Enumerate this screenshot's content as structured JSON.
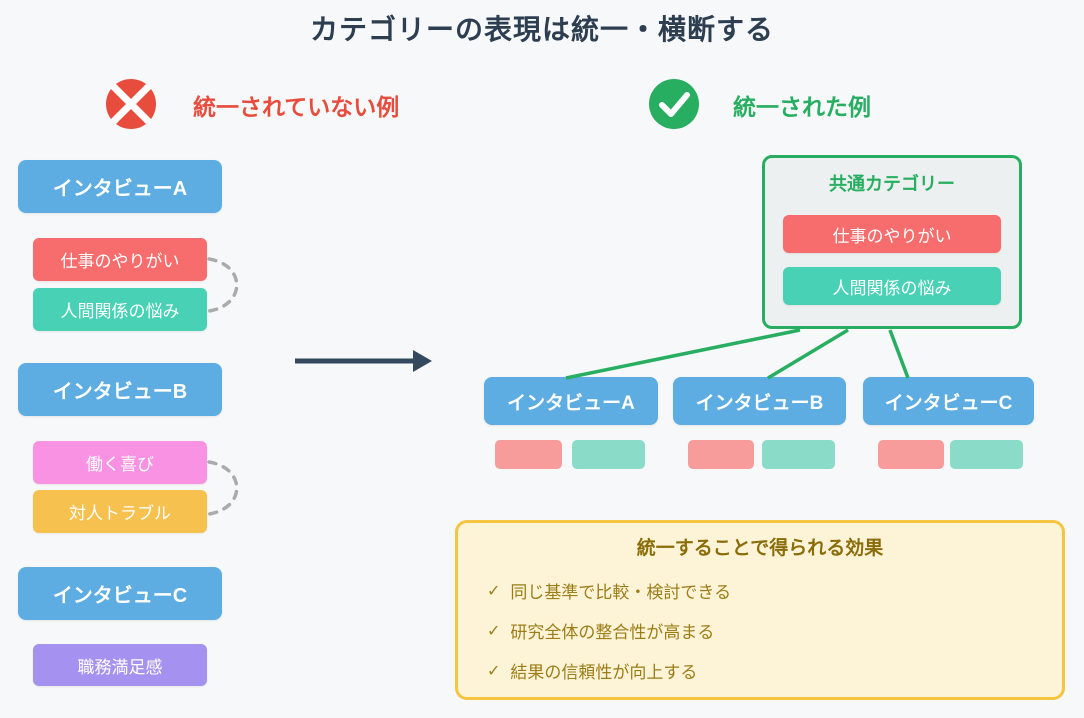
{
  "title": "カテゴリーの表現は統一・横断する",
  "left": {
    "header": "統一されていない例",
    "icon": "x-circle-icon",
    "groups": [
      {
        "interview": "インタビューA",
        "categories": [
          "仕事のやりがい",
          "人間関係の悩み"
        ]
      },
      {
        "interview": "インタビューB",
        "categories": [
          "働く喜び",
          "対人トラブル"
        ]
      },
      {
        "interview": "インタビューC",
        "categories": [
          "職務満足感"
        ]
      }
    ]
  },
  "right": {
    "header": "統一された例",
    "icon": "check-circle-icon",
    "common_box": {
      "title": "共通カテゴリー",
      "categories": [
        "仕事のやりがい",
        "人間関係の悩み"
      ]
    },
    "interviews": [
      "インタビューA",
      "インタビューB",
      "インタビューC"
    ]
  },
  "effects": {
    "title": "統一することで得られる効果",
    "check_glyph": "✓",
    "items": [
      "同じ基準で比較・検討できる",
      "研究全体の整合性が高まる",
      "結果の信頼性が向上する"
    ]
  },
  "colors": {
    "background": "#f7f8fa",
    "title_text": "#2c3e50",
    "bad_accent": "#e74c3c",
    "good_accent": "#27ae60",
    "interview_blue": "#5dade2",
    "category_red": "#f76c6c",
    "category_teal": "#48d1b4",
    "category_pink": "#f992e2",
    "category_yellow": "#f7c14f",
    "category_purple": "#a491f0",
    "chip_red": "#f79b9b",
    "chip_teal": "#8adcc8",
    "effects_border": "#f5c542",
    "effects_bg": "#fdf3d7",
    "effects_text": "#9c7d16",
    "arrow": "#34495e",
    "dashed_link": "#ababab"
  }
}
